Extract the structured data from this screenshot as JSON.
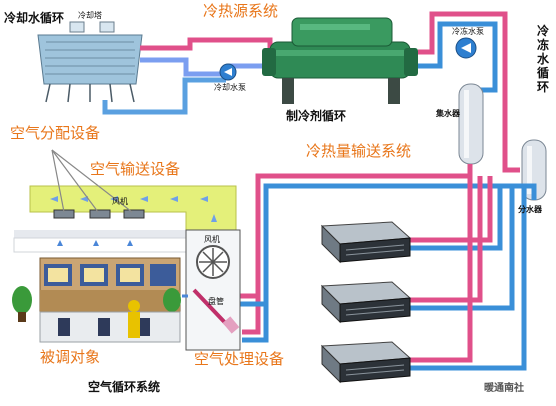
{
  "labels": {
    "cooling_water_loop": "冷却水循环",
    "cooling_tower": "冷却塔",
    "heat_source_system": "冷热源系统",
    "cooling_water_pump": "冷却水泵",
    "refrigerant_cycle": "制冷剂循环",
    "chilled_water_pump": "冷冻水泵",
    "chilled_water_loop": [
      "冷",
      "冻",
      "水",
      "循",
      "环"
    ],
    "water_collector": "集水器",
    "water_distributor": "分水器",
    "heat_transport_system": "冷热量输送系统",
    "air_distribution_equipment": "空气分配设备",
    "air_transport_equipment": "空气输送设备",
    "duct_fan": "风机",
    "ahu_fan": "风机",
    "coil": "盘管",
    "conditioned_object": "被调对象",
    "air_handling_equipment": "空气处理设备",
    "air_circulation_system": "空气循环系统",
    "watermark": "暖通南社"
  },
  "colors": {
    "hot_pipe": "#e0508a",
    "cold_pipe": "#3a8fd8",
    "duct": "#e4f07a",
    "chiller": "#2f8a55",
    "label_orange": "#e8761a"
  }
}
